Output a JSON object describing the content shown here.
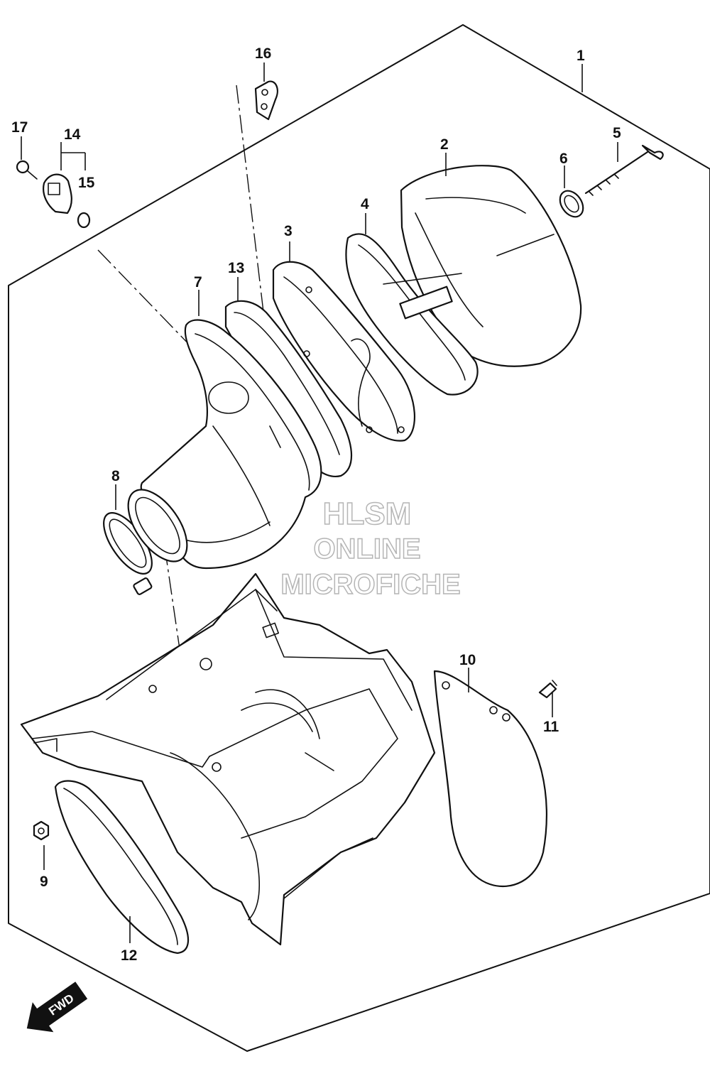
{
  "callouts": {
    "c1": "1",
    "c2": "2",
    "c3": "3",
    "c4": "4",
    "c5": "5",
    "c6": "6",
    "c7": "7",
    "c8": "8",
    "c9": "9",
    "c10": "10",
    "c11": "11",
    "c12": "12",
    "c13": "13",
    "c14": "14",
    "c15": "15",
    "c16": "16",
    "c17": "17"
  },
  "watermark": {
    "line1": "HLSM",
    "line2": "ONLINE",
    "line3": "MICROFICHE",
    "color": "#b5b5b5"
  },
  "direction_badge": {
    "label": "FWD",
    "icon": "forward-arrow-icon"
  },
  "colors": {
    "line": "#111111",
    "background": "#ffffff"
  }
}
